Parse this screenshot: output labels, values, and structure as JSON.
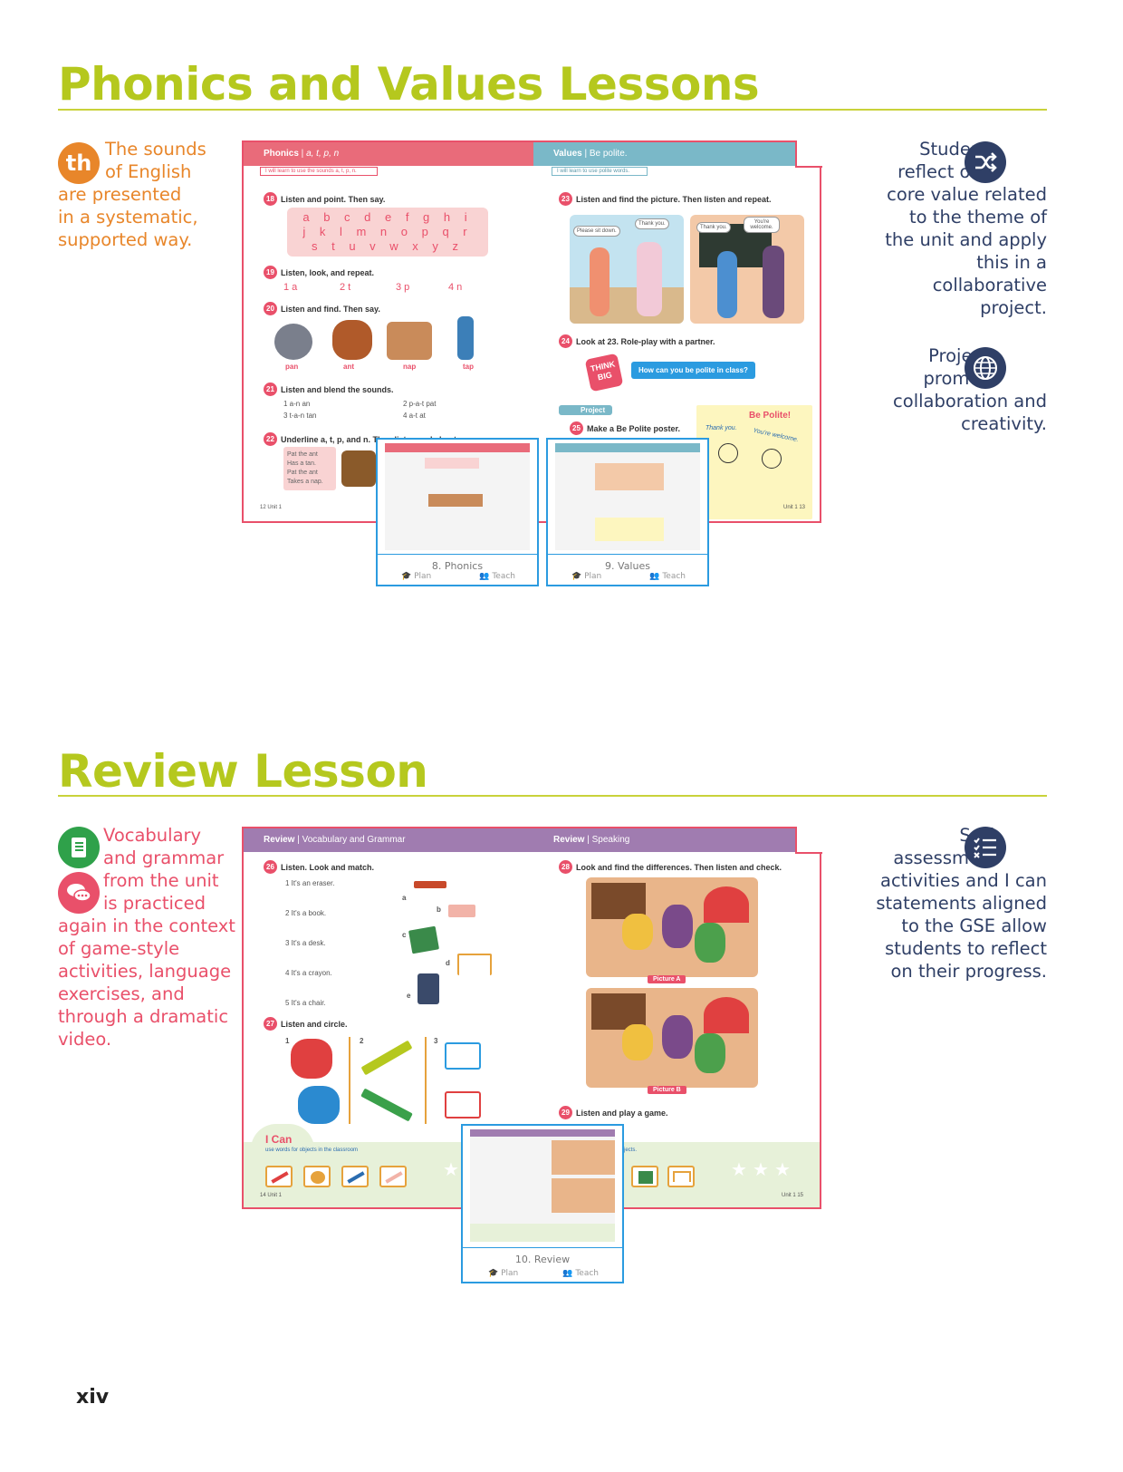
{
  "section1": {
    "title": "Phonics and Values Lessons",
    "left_text": [
      "The sounds",
      "of English",
      "are presented",
      "in a systematic,",
      "supported way."
    ],
    "icon_label": "th",
    "right_text_1": [
      "Students",
      "reflect on a",
      "core value related",
      "to the theme of",
      "the unit and apply",
      "this in a",
      "collaborative",
      "project."
    ],
    "right_text_2": [
      "Projects",
      "promote",
      "collaboration and",
      "creativity."
    ],
    "icons": [
      "shuffle-icon",
      "globe-icon"
    ],
    "spread": {
      "left_header_label": "Phonics",
      "left_header_sub": "a, t, p, n",
      "left_learn": "I will learn to use the sounds a, t, p, n.",
      "right_header_label": "Values",
      "right_header_sub": "Be polite.",
      "right_learn": "I will learn to use polite words.",
      "act18": "Listen and point. Then say.",
      "letters_row1": "a b c d e f g h i",
      "letters_row2": "j k l m n o p q r",
      "letters_row3": "s t u v w x y z",
      "act19": "Listen, look, and repeat.",
      "act19_items": [
        "1 a",
        "2 t",
        "3 p",
        "4 n"
      ],
      "act20": "Listen and find. Then say.",
      "act20_words": [
        "pan",
        "ant",
        "nap",
        "tap"
      ],
      "act21": "Listen and blend the sounds.",
      "act21_rows": [
        "1 a-n   an",
        "3 t-a-n   tan",
        "2 p-a-t   pat",
        "4 a-t   at"
      ],
      "act22": "Underline a, t, p, and n. Then listen and chant.",
      "chant": [
        "Pat the ant",
        "Has a tan.",
        "Pat the ant",
        "Takes a nap."
      ],
      "act23": "Listen and find the picture. Then listen and repeat.",
      "bubbles": [
        "Please sit down.",
        "Thank you.",
        "Thank you.",
        "You're welcome."
      ],
      "act24": "Look at 23. Role-play with a partner.",
      "think_big": "How can you be polite in class?",
      "project_label": "Project",
      "act25": "Make a Be Polite poster.",
      "poster_title": "Be Polite!",
      "poster_thank": "Thank you.",
      "poster_welcome": "You're welcome.",
      "footer_left": "12  Unit 1",
      "footer_right": "Unit 1  13"
    },
    "thumbs": [
      {
        "label": "8. Phonics",
        "plan": "Plan",
        "teach": "Teach"
      },
      {
        "label": "9. Values",
        "plan": "Plan",
        "teach": "Teach"
      }
    ]
  },
  "section2": {
    "title": "Review Lesson",
    "left_text": [
      "Vocabulary",
      "and grammar",
      "from the unit",
      "is practiced",
      "again in the context",
      "of game-style",
      "activities, language",
      "exercises, and",
      "through a dramatic",
      "video."
    ],
    "right_text": [
      "Self-",
      "assessment",
      "activities and I can",
      "statements aligned",
      "to the GSE allow",
      "students to reflect",
      "on their progress."
    ],
    "icons": [
      "book-icon",
      "speech-bubbles-icon",
      "checklist-icon"
    ],
    "spread": {
      "left_header_label": "Review",
      "left_header_sub": "Vocabulary and Grammar",
      "right_header_label": "Review",
      "right_header_sub": "Speaking",
      "act26": "Listen. Look and match.",
      "match_items": [
        "1 It's an eraser.",
        "2 It's a book.",
        "3 It's a desk.",
        "4 It's a crayon.",
        "5 It's a chair."
      ],
      "match_letters": [
        "a",
        "b",
        "c",
        "d",
        "e"
      ],
      "act27": "Listen and circle.",
      "circle_nums": [
        "1",
        "2",
        "3"
      ],
      "act28": "Look and find the differences. Then listen and check.",
      "picture_a": "Picture A",
      "picture_b": "Picture B",
      "act29": "Listen and play a game.",
      "ican_title": "I Can",
      "ican_item": "use words for objects in the classroom",
      "ican_right_frag": "jects.",
      "footer_left": "14  Unit 1",
      "footer_right": "Unit 1  15"
    },
    "thumb": {
      "label": "10. Review",
      "plan": "Plan",
      "teach": "Teach"
    }
  },
  "page_number": "xiv",
  "colors": {
    "lime": "#b5c81e",
    "orange": "#e8862a",
    "red": "#e9506a",
    "navy": "#2f3f66",
    "purple": "#a07cb0",
    "teal": "#7ab8c8",
    "blue": "#2b9be0"
  }
}
